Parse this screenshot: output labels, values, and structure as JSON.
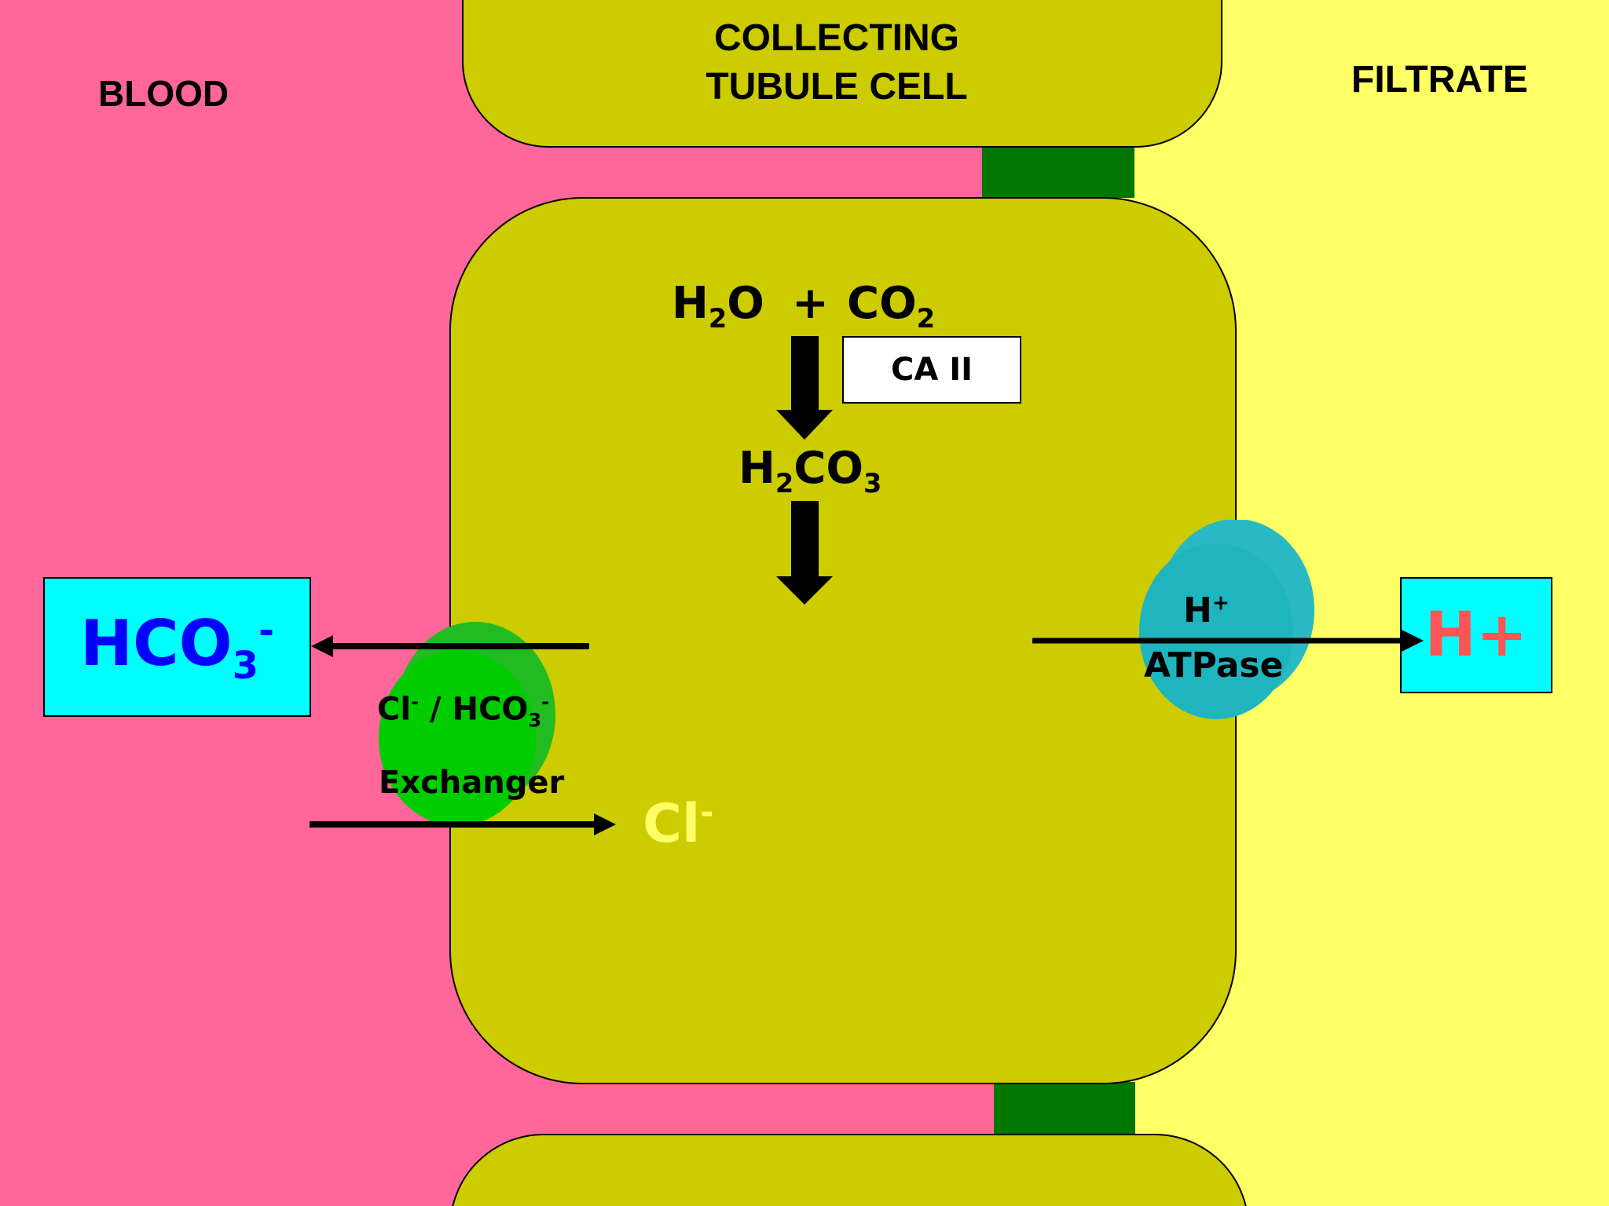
{
  "regions": {
    "blood_label": "BLOOD",
    "filtrate_label": "FILTRATE",
    "cell_label_line1": "COLLECTING",
    "cell_label_line2": "TUBULE CELL"
  },
  "reaction": {
    "h2o": {
      "main": "H",
      "sub": "2",
      "tail": "O"
    },
    "plus": "+",
    "co2": {
      "main": "CO",
      "sub": "2"
    },
    "enzyme": "CA II",
    "h2co3": {
      "p1": "H",
      "s1": "2",
      "p2": "CO",
      "s2": "3"
    }
  },
  "exchanger": {
    "cl": "Cl",
    "cl_charge": "-",
    "sep": " / HCO",
    "sub": "3",
    "hco3_charge": "-",
    "name": "Exchanger"
  },
  "atpase": {
    "h": "H",
    "charge": "+",
    "name": "ATPase"
  },
  "products": {
    "bicarbonate": {
      "main": "HCO",
      "sub": "3",
      "charge": "-"
    },
    "proton": "H+",
    "chloride": {
      "main": "Cl",
      "charge": "-"
    }
  },
  "colors": {
    "blood": "#FF6699",
    "filtrate": "#FFFF66",
    "cell": "#CCCC00",
    "junction": "#007700",
    "exchanger": "#00CC00",
    "atpase": "#1FB5BF",
    "product_box": "#00FFFF",
    "bicarbonate_text": "#0000FF",
    "proton_text": "#FF5555",
    "chloride_text": "#FFFF66",
    "arrow": "#000000"
  }
}
